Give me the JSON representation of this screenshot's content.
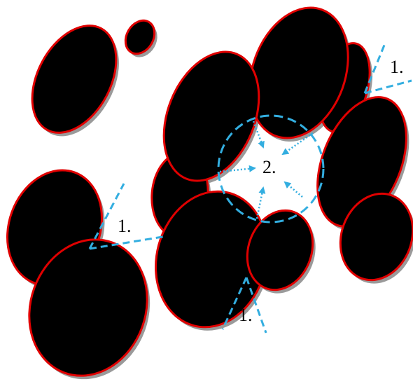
{
  "colors": {
    "particle_fill": "#000000",
    "particle_outline": "#e00000",
    "shadow": "#9a9a9a",
    "annotation_line": "#33aee0",
    "label_text": "#000000"
  },
  "labels": {
    "gap_top_right": "1.",
    "gap_left": "1.",
    "gap_bottom": "1.",
    "pore_center": "2."
  }
}
